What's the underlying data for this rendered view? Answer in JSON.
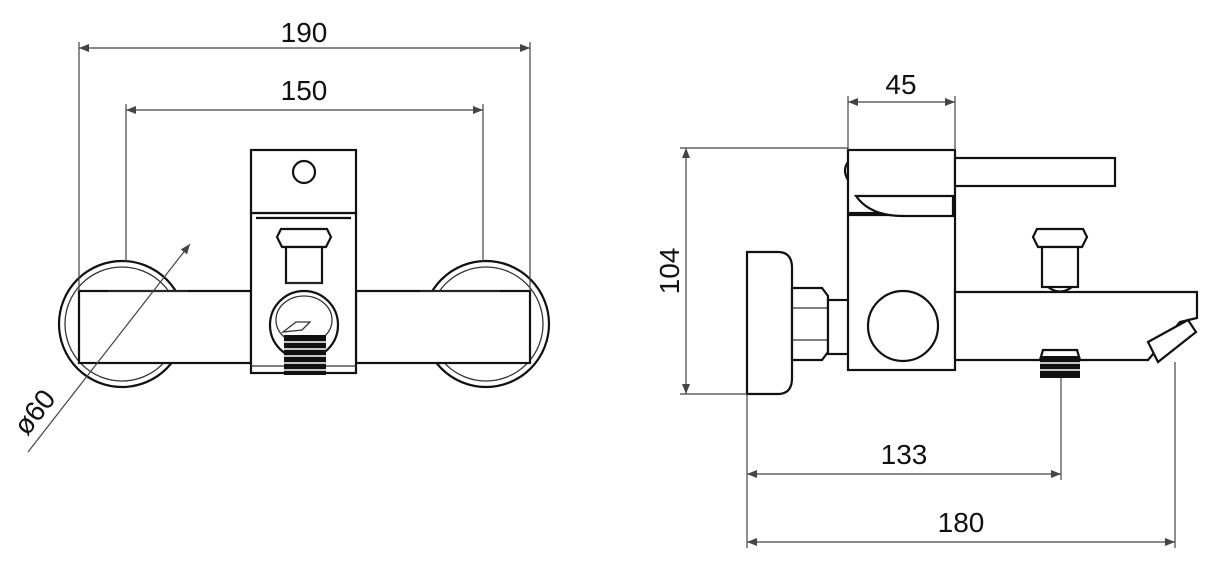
{
  "front_view": {
    "dim_overall_width": "190",
    "dim_center_distance": "150",
    "dim_flange_diameter": "ø60"
  },
  "side_view": {
    "dim_handle_width": "45",
    "dim_height": "104",
    "dim_outlet_reach": "133",
    "dim_spout_reach": "180"
  },
  "colors": {
    "line": "#111111",
    "background": "#ffffff"
  }
}
